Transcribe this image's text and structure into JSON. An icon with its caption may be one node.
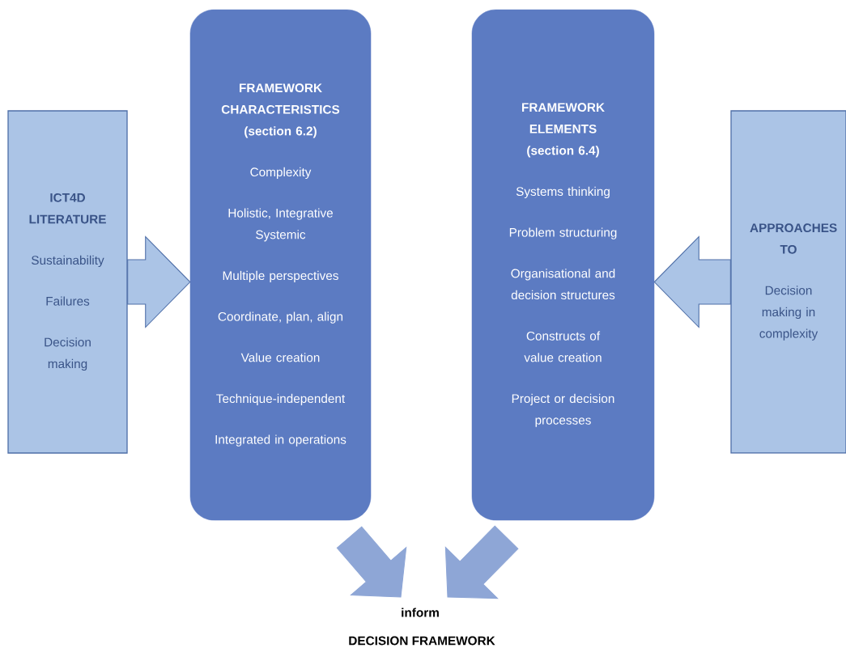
{
  "diagram": {
    "nodes": [
      {
        "text": [
          "ICT4D LITERATURE",
          "Sustainability",
          "Failures",
          "Decision making"
        ]
      },
      {
        "text": [
          "FRAMEWORK CHARACTERISTICS (section 6.2)",
          "Complexity",
          "Holistic, Integrative Systemic",
          "Multiple perspectives",
          "Coordinate, plan, align",
          "Value creation",
          "Technique-independent",
          "Integrated in operations"
        ]
      },
      {
        "text": [
          "FRAMEWORK ELEMENTS (section 6.4)",
          "Systems thinking",
          "Problem structuring",
          "Organisational and decision structures",
          "Constructs of value creation",
          "Project or decision processes"
        ]
      },
      {
        "text": [
          "APPROACHES TO",
          "Decision making in complexity"
        ]
      },
      {
        "text": [
          "DECISION FRAMEWORK"
        ]
      }
    ],
    "edges": [
      {
        "from": 0,
        "to": 1,
        "arrow": "to"
      },
      {
        "from": 3,
        "to": 2,
        "arrow": "to"
      },
      {
        "from": 1,
        "to": 4,
        "arrow": "to"
      },
      {
        "from": 2,
        "to": 4,
        "arrow": "to"
      }
    ],
    "labels": [
      "inform"
    ]
  }
}
